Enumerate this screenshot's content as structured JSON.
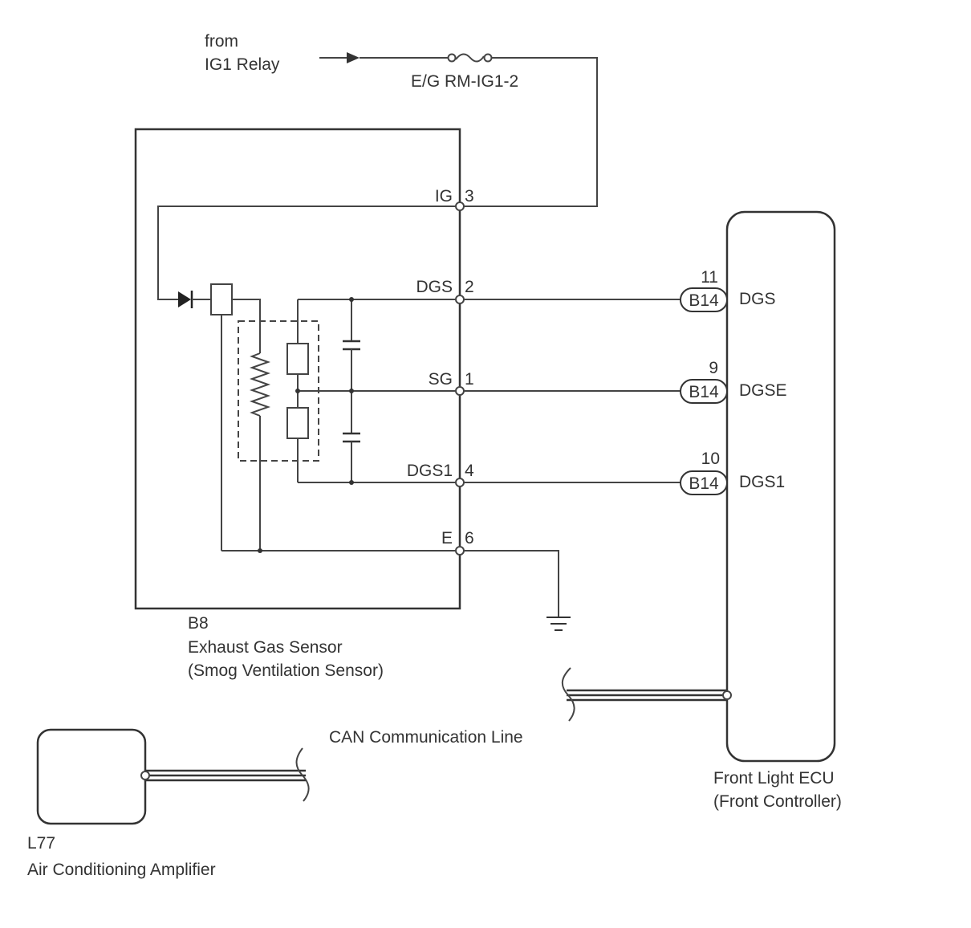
{
  "source": {
    "line1": "from",
    "line2": "IG1 Relay"
  },
  "fuse": {
    "label": "E/G RM-IG1-2"
  },
  "sensor": {
    "code": "B8",
    "name": "Exhaust Gas Sensor",
    "name2": "(Smog Ventilation Sensor)",
    "pins": [
      {
        "name": "IG",
        "num": "3"
      },
      {
        "name": "DGS",
        "num": "2"
      },
      {
        "name": "SG",
        "num": "1"
      },
      {
        "name": "DGS1",
        "num": "4"
      },
      {
        "name": "E",
        "num": "6"
      }
    ]
  },
  "ecu": {
    "name": "Front Light ECU",
    "name2": "(Front Controller)",
    "pins": [
      {
        "num": "11",
        "connector": "B14",
        "label": "DGS"
      },
      {
        "num": "9",
        "connector": "B14",
        "label": "DGSE"
      },
      {
        "num": "10",
        "connector": "B14",
        "label": "DGS1"
      }
    ]
  },
  "can": {
    "label": "CAN Communication Line"
  },
  "amplifier": {
    "code": "L77",
    "name": "Air Conditioning Amplifier"
  }
}
